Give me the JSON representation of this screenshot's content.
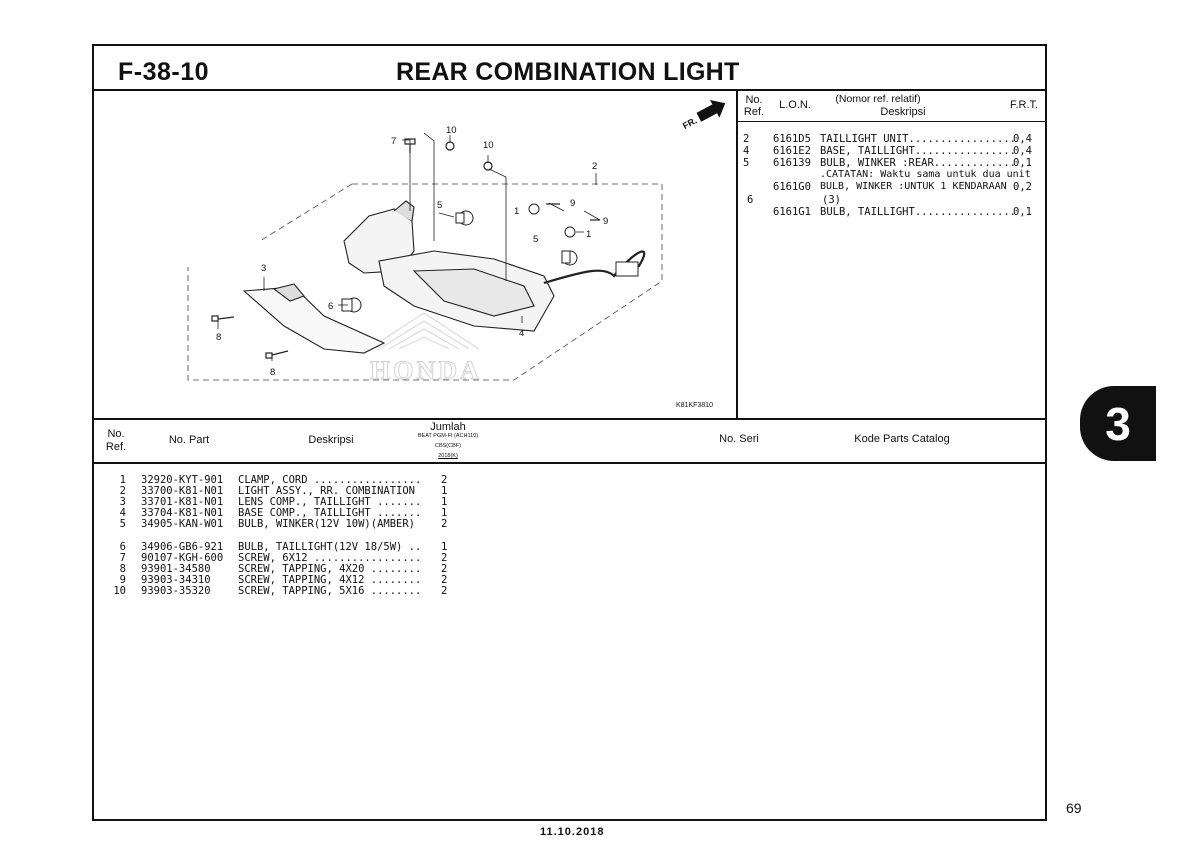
{
  "header": {
    "code": "F-38-10",
    "title": "REAR COMBINATION LIGHT"
  },
  "lon_table": {
    "col_no": "No.",
    "col_ref": "Ref.",
    "col_lon": "L.O.N.",
    "col_desc_top": "(Nomor ref. relatif)",
    "col_desc": "Deskripsi",
    "col_frt": "F.R.T.",
    "rows": [
      {
        "ref": "2",
        "lon": "6161D5",
        "desc": "TAILLIGHT UNIT.................",
        "frt": "0,4"
      },
      {
        "ref": "4",
        "lon": "6161E2",
        "desc": "BASE, TAILLIGHT................",
        "frt": "0,4"
      },
      {
        "ref": "5",
        "lon": "616139",
        "desc": "BULB, WINKER :REAR.............",
        "frt": "0,1"
      },
      {
        "ref": "",
        "lon": "",
        "desc": ".CATATAN: Waktu sama untuk dua unit",
        "frt": ""
      },
      {
        "ref": "",
        "lon": "6161G0",
        "desc": "BULB, WINKER :UNTUK 1 KENDARAAN",
        "frt": "0,2"
      },
      {
        "ref": "6",
        "lon": "",
        "desc": "(3)",
        "frt": ""
      },
      {
        "ref": "",
        "lon": "6161G1",
        "desc": "BULB, TAILLIGHT................",
        "frt": "0,1"
      }
    ]
  },
  "diagram": {
    "fr_label": "FR.",
    "code": "K81KF3810",
    "watermark": "HONDA",
    "callouts": [
      "10",
      "7",
      "10",
      "2",
      "5",
      "1",
      "9",
      "9",
      "5",
      "1",
      "3",
      "6",
      "4",
      "8",
      "8"
    ]
  },
  "parts_table": {
    "col_no": "No.",
    "col_ref": "Ref.",
    "col_part": "No. Part",
    "col_desc": "Deskripsi",
    "col_qty": "Jumlah",
    "col_qty_model": "BEAT PGM-FI (ACH110)",
    "col_qty_type": "CBS(CBF)",
    "col_qty_year": "2018(K)",
    "col_seri": "No. Seri",
    "col_catalog": "Kode Parts Catalog",
    "rows": [
      {
        "ref": "1",
        "part": "32920-KYT-901",
        "desc": "CLAMP, CORD .................",
        "qty": "2"
      },
      {
        "ref": "2",
        "part": "33700-K81-N01",
        "desc": "LIGHT ASSY., RR. COMBINATION",
        "qty": "1"
      },
      {
        "ref": "3",
        "part": "33701-K81-N01",
        "desc": "LENS COMP., TAILLIGHT .......",
        "qty": "1"
      },
      {
        "ref": "4",
        "part": "33704-K81-N01",
        "desc": "BASE COMP., TAILLIGHT .......",
        "qty": "1"
      },
      {
        "ref": "5",
        "part": "34905-KAN-W01",
        "desc": "BULB, WINKER(12V 10W)(AMBER)",
        "qty": "2"
      },
      {
        "ref": "6",
        "part": "34906-GB6-921",
        "desc": "BULB, TAILLIGHT(12V 18/5W) ..",
        "qty": "1"
      },
      {
        "ref": "7",
        "part": "90107-KGH-600",
        "desc": "SCREW, 6X12 .................",
        "qty": "2"
      },
      {
        "ref": "8",
        "part": "93901-34580",
        "desc": "SCREW, TAPPING, 4X20 ........",
        "qty": "2"
      },
      {
        "ref": "9",
        "part": "93903-34310",
        "desc": "SCREW, TAPPING, 4X12 ........",
        "qty": "2"
      },
      {
        "ref": "10",
        "part": "93903-35320",
        "desc": "SCREW, TAPPING, 5X16 ........",
        "qty": "2"
      }
    ]
  },
  "side_tab": "3",
  "page_number": "69",
  "footer_date": "11.10.2018"
}
